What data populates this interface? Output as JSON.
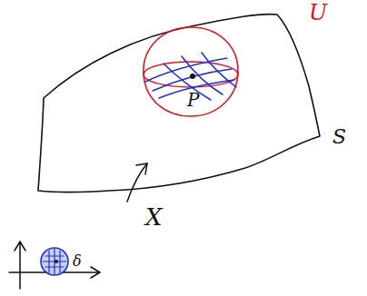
{
  "diagram": {
    "labels": [
      "U",
      "P",
      "S",
      "X",
      "δ"
    ]
  }
}
